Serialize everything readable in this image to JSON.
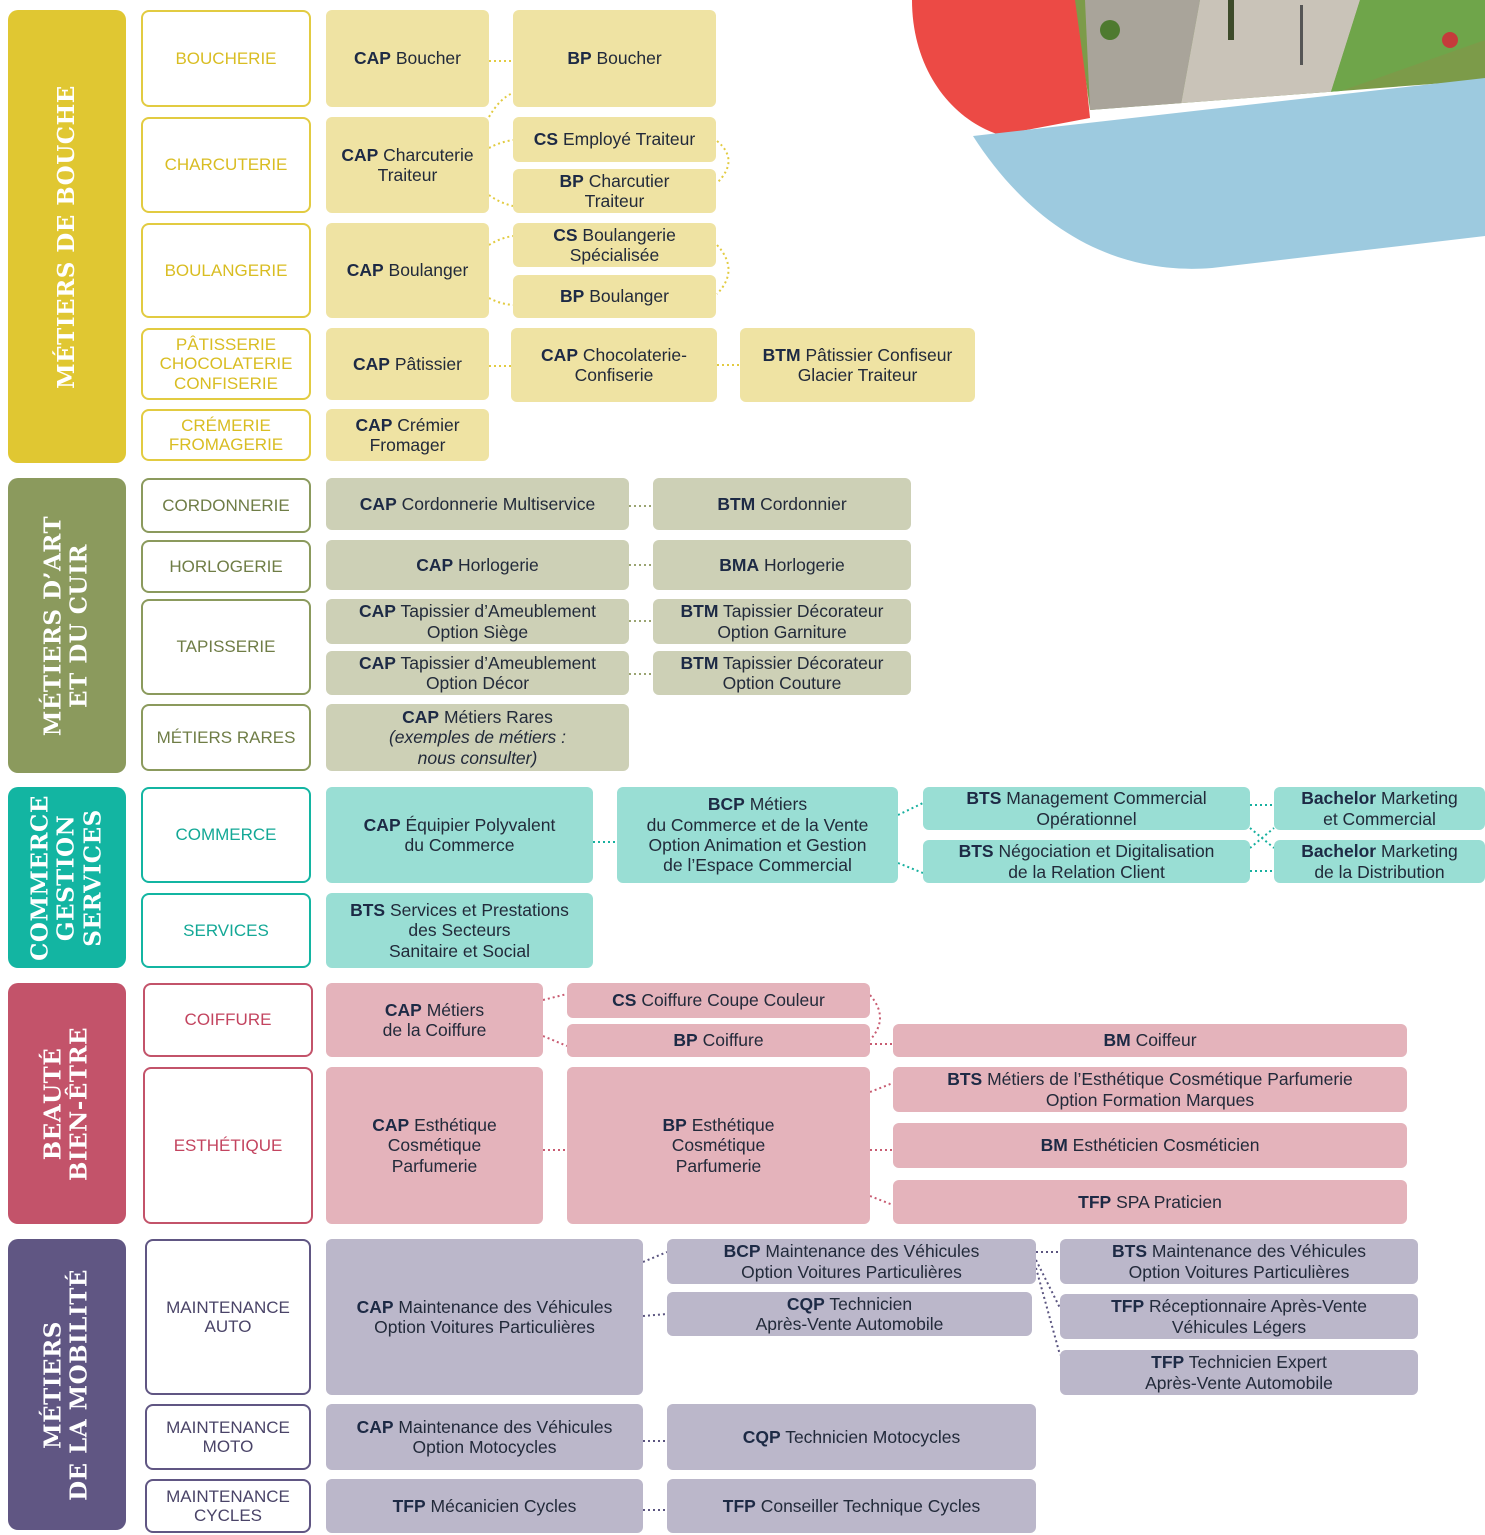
{
  "sections": [
    {
      "key": "bouche",
      "lines": [
        "MÉTIERS DE BOUCHE"
      ],
      "color": "#e0c732"
    },
    {
      "key": "art",
      "lines": [
        "MÉTIERS D’ART",
        "ET DU CUIR"
      ],
      "color": "#8b9a5d"
    },
    {
      "key": "commerce",
      "lines": [
        "COMMERCE",
        "GESTION",
        "SERVICES"
      ],
      "color": "#13b5a2"
    },
    {
      "key": "beaute",
      "lines": [
        "BEAUTÉ",
        "BIEN-ÊTRE"
      ],
      "color": "#c3536a"
    },
    {
      "key": "mobilite",
      "lines": [
        "MÉTIERS",
        "DE LA MOBILITÉ"
      ],
      "color": "#605683"
    }
  ],
  "categories": {
    "boucherie": [
      "BOUCHERIE"
    ],
    "charcuterie": [
      "CHARCUTERIE"
    ],
    "boulangerie": [
      "BOULANGERIE"
    ],
    "patisserie": [
      "PÂTISSERIE",
      "CHOCOLATERIE",
      "CONFISERIE"
    ],
    "cremerie": [
      "CRÉMERIE",
      "FROMAGERIE"
    ],
    "cordonnerie": [
      "CORDONNERIE"
    ],
    "horlogerie": [
      "HORLOGERIE"
    ],
    "tapisserie": [
      "TAPISSERIE"
    ],
    "metiers_rares": [
      "MÉTIERS RARES"
    ],
    "commerce": [
      "COMMERCE"
    ],
    "services": [
      "SERVICES"
    ],
    "coiffure": [
      "COIFFURE"
    ],
    "esthetique": [
      "ESTHÉTIQUE"
    ],
    "maint_auto": [
      "MAINTENANCE",
      "AUTO"
    ],
    "maint_moto": [
      "MAINTENANCE",
      "MOTO"
    ],
    "maint_cycles": [
      "MAINTENANCE",
      "CYCLES"
    ]
  },
  "diplomas": {
    "cap_boucher": {
      "code": "CAP",
      "lines": [
        "Boucher"
      ]
    },
    "bp_boucher": {
      "code": "BP",
      "lines": [
        "Boucher"
      ]
    },
    "cap_charcuterie": {
      "code": "CAP",
      "lines": [
        "Charcuterie",
        "Traiteur"
      ]
    },
    "cs_traiteur": {
      "code": "CS",
      "lines": [
        "Employé Traiteur"
      ]
    },
    "bp_charcutier": {
      "code": "BP",
      "lines": [
        "Charcutier",
        "Traiteur"
      ]
    },
    "cap_boulanger": {
      "code": "CAP",
      "lines": [
        "Boulanger"
      ]
    },
    "cs_boulangerie": {
      "code": "CS",
      "lines": [
        "Boulangerie",
        "Spécialisée"
      ]
    },
    "bp_boulanger": {
      "code": "BP",
      "lines": [
        "Boulanger"
      ]
    },
    "cap_patissier": {
      "code": "CAP",
      "lines": [
        "Pâtissier"
      ]
    },
    "cap_chocolaterie": {
      "code": "CAP",
      "lines": [
        "Chocolaterie-",
        "Confiserie"
      ]
    },
    "btm_patissier": {
      "code": "BTM",
      "lines": [
        "Pâtissier Confiseur",
        "Glacier Traiteur"
      ]
    },
    "cap_cremier": {
      "code": "CAP",
      "lines": [
        "Crémier",
        "Fromager"
      ]
    },
    "cap_cordonnerie": {
      "code": "CAP",
      "lines": [
        "Cordonnerie Multiservice"
      ]
    },
    "btm_cordonnier": {
      "code": "BTM",
      "lines": [
        "Cordonnier"
      ]
    },
    "cap_horlogerie": {
      "code": "CAP",
      "lines": [
        "Horlogerie"
      ]
    },
    "bma_horlogerie": {
      "code": "BMA",
      "lines": [
        "Horlogerie"
      ]
    },
    "cap_tap_siege": {
      "code": "CAP",
      "lines": [
        "Tapissier d’Ameublement",
        "Option Siège"
      ]
    },
    "btm_tap_garniture": {
      "code": "BTM",
      "lines": [
        "Tapissier Décorateur",
        "Option Garniture"
      ]
    },
    "cap_tap_decor": {
      "code": "CAP",
      "lines": [
        "Tapissier d’Ameublement",
        "Option Décor"
      ]
    },
    "btm_tap_couture": {
      "code": "BTM",
      "lines": [
        "Tapissier Décorateur",
        "Option Couture"
      ]
    },
    "cap_metiers_rares": {
      "code": "CAP",
      "lines": [
        "Métiers Rares"
      ],
      "note": [
        "(exemples de métiers :",
        "nous consulter)"
      ]
    },
    "cap_equipier": {
      "code": "CAP",
      "lines": [
        "Équipier Polyvalent",
        "du Commerce"
      ]
    },
    "bcp_commerce": {
      "code": "BCP",
      "lines": [
        "Métiers",
        "du Commerce et de la Vente",
        "Option Animation et Gestion",
        "de l’Espace Commercial"
      ]
    },
    "bts_mco": {
      "code": "BTS",
      "lines": [
        "Management Commercial",
        "Opérationnel"
      ]
    },
    "bts_ndrc": {
      "code": "BTS",
      "lines": [
        "Négociation et Digitalisation",
        "de la Relation Client"
      ]
    },
    "bachelor_mc": {
      "code": "Bachelor",
      "lines": [
        "Marketing",
        "et Commercial"
      ]
    },
    "bachelor_md": {
      "code": "Bachelor",
      "lines": [
        "Marketing",
        "de la Distribution"
      ]
    },
    "bts_sp3s": {
      "code": "BTS",
      "lines": [
        "Services et Prestations",
        "des Secteurs",
        "Sanitaire et Social"
      ]
    },
    "cap_coiffure": {
      "code": "CAP",
      "lines": [
        "Métiers",
        "de la Coiffure"
      ]
    },
    "cs_coiffure": {
      "code": "CS",
      "lines": [
        "Coiffure Coupe Couleur"
      ]
    },
    "bp_coiffure": {
      "code": "BP",
      "lines": [
        "Coiffure"
      ]
    },
    "bm_coiffeur": {
      "code": "BM",
      "lines": [
        "Coiffeur"
      ]
    },
    "cap_esthetique": {
      "code": "CAP",
      "lines": [
        "Esthétique",
        "Cosmétique",
        "Parfumerie"
      ]
    },
    "bp_esthetique": {
      "code": "BP",
      "lines": [
        "Esthétique",
        "Cosmétique",
        "Parfumerie"
      ]
    },
    "bts_esthetique": {
      "code": "BTS",
      "lines": [
        "Métiers de l’Esthétique Cosmétique Parfumerie",
        "Option Formation Marques"
      ]
    },
    "bm_estheticien": {
      "code": "BM",
      "lines": [
        "Esthéticien Cosméticien"
      ]
    },
    "tfp_spa": {
      "code": "TFP",
      "lines": [
        "SPA Praticien"
      ]
    },
    "cap_maint_vp": {
      "code": "CAP",
      "lines": [
        "Maintenance des Véhicules",
        "Option Voitures Particulières"
      ]
    },
    "bcp_maint_vp": {
      "code": "BCP",
      "lines": [
        "Maintenance des Véhicules",
        "Option Voitures Particulières"
      ]
    },
    "cqp_auto": {
      "code": "CQP",
      "lines": [
        "Technicien",
        "Après-Vente Automobile"
      ]
    },
    "bts_maint_vp": {
      "code": "BTS",
      "lines": [
        "Maintenance des Véhicules",
        "Option Voitures Particulières"
      ]
    },
    "tfp_receptionnaire": {
      "code": "TFP",
      "lines": [
        "Réceptionnaire Après-Vente",
        "Véhicules Légers"
      ]
    },
    "tfp_tech_expert": {
      "code": "TFP",
      "lines": [
        "Technicien Expert",
        "Après-Vente Automobile"
      ]
    },
    "cap_maint_moto": {
      "code": "CAP",
      "lines": [
        "Maintenance des Véhicules",
        "Option Motocycles"
      ]
    },
    "cqp_moto": {
      "code": "CQP",
      "lines": [
        "Technicien Motocycles"
      ]
    },
    "tfp_mecanicien_cycles": {
      "code": "TFP",
      "lines": [
        "Mécanicien Cycles"
      ]
    },
    "tfp_conseiller_cycles": {
      "code": "TFP",
      "lines": [
        "Conseiller Technique Cycles"
      ]
    }
  },
  "colors": {
    "bouche_box": "#efe3a3",
    "art_box": "#cdd0b6",
    "commerce_box": "#99ded4",
    "beaute_box": "#e4b3bb",
    "mobilite_box": "#bbb7ca",
    "shape_red": "#ec4a45",
    "shape_blue": "#9dcadf"
  }
}
